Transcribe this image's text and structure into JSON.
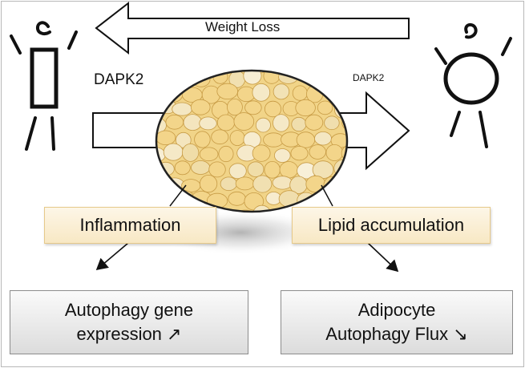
{
  "arrows": {
    "weight_loss": "Weight Loss"
  },
  "labels": {
    "dapk2_left": "DAPK2",
    "dapk2_right": "DAPK2"
  },
  "boxes": {
    "inflammation": "Inflammation",
    "lipid_accumulation": "Lipid accumulation",
    "autophagy_gene": {
      "line1": "Autophagy gene",
      "line2": "expression ↗"
    },
    "adipocyte": {
      "line1": "Adipocyte",
      "line2": "Autophagy Flux ↘"
    }
  },
  "colors": {
    "tag_fill": "#f8e8c4",
    "tag_border": "#e6c98a",
    "box_fill": "#e6e6e6",
    "cell_fill": "#f3d58a",
    "cell_edge": "#c79b45"
  }
}
